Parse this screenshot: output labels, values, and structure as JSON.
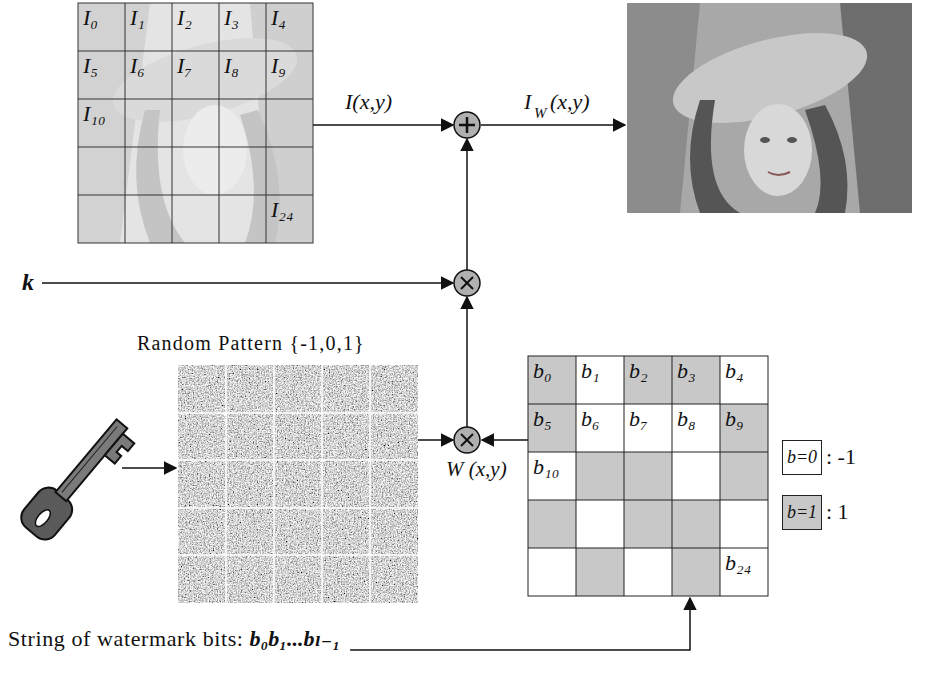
{
  "diagram": {
    "nodes": [
      {
        "text": [
          "I₀"
        ]
      },
      {
        "text": [
          "I₁"
        ]
      },
      {
        "text": [
          "I₂"
        ]
      },
      {
        "text": [
          "I₃"
        ]
      },
      {
        "text": [
          "I₄"
        ]
      },
      {
        "text": [
          "I₅"
        ]
      },
      {
        "text": [
          "I₆"
        ]
      },
      {
        "text": [
          "I₇"
        ]
      },
      {
        "text": [
          "I₈"
        ]
      },
      {
        "text": [
          "I₉"
        ]
      },
      {
        "text": [
          "I₁₀"
        ]
      },
      {
        "text": [
          "I₂₄"
        ]
      },
      {
        "text": [
          "b₀"
        ]
      },
      {
        "text": [
          "b₁"
        ]
      },
      {
        "text": [
          "b₂"
        ]
      },
      {
        "text": [
          "b₃"
        ]
      },
      {
        "text": [
          "b₄"
        ]
      },
      {
        "text": [
          "b₅"
        ]
      },
      {
        "text": [
          "b₆"
        ]
      },
      {
        "text": [
          "b₇"
        ]
      },
      {
        "text": [
          "b₈"
        ]
      },
      {
        "text": [
          "b₉"
        ]
      },
      {
        "text": [
          "b₁₀"
        ]
      },
      {
        "text": [
          "b₂₄"
        ]
      }
    ],
    "labels": [
      "I(x,y)",
      "I",
      "W",
      "(x,y)",
      "k",
      "Random Pattern {-1,0,1}",
      "W (x,y)",
      ": -1",
      ": 1",
      "String of watermark bits:",
      "b₀b₁...bₗ₋₁"
    ],
    "legend": [
      {
        "text": "b=0",
        "color": "#ffffff"
      },
      {
        "text": "b=1",
        "color": "#c8c8c8"
      }
    ]
  }
}
